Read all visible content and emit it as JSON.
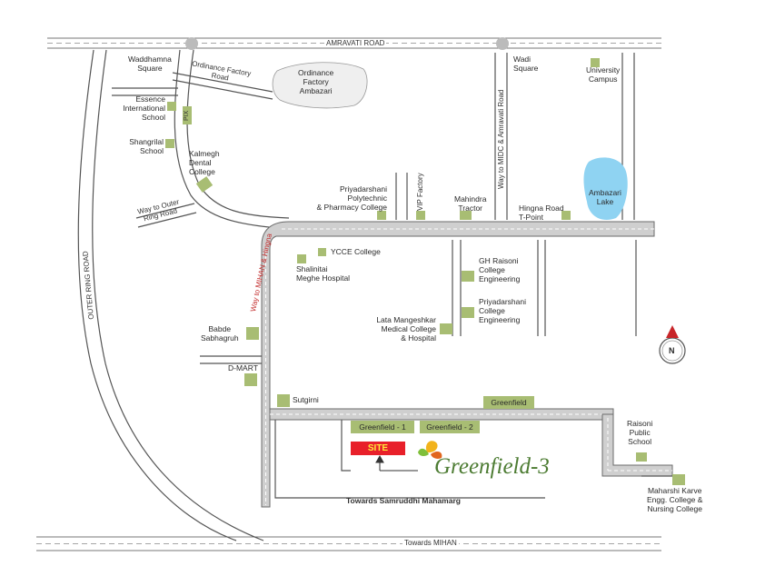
{
  "colors": {
    "road": "#cfcfcf",
    "road_edge": "#6b6b6b",
    "marker": "#a8bd73",
    "site_bg": "#e8202a",
    "site_text": "#ffea3a",
    "lake": "#8fd3f2",
    "north": "#c8262a",
    "brand": "#4d7c33"
  },
  "roads": {
    "amravati": "AMRAVATI ROAD",
    "towards_mihan": "Towards MIHAN",
    "outer_ring": "OUTER RING ROAD",
    "ordinance_factory": "Ordinance Factory\nRoad",
    "way_outer_ring": "Way to Outer\nRing Road",
    "pix": "PIX",
    "way_mihan_hingna": "Way to MIHAN & Hingna",
    "vip_factory": "VIP Factory",
    "way_midc": "Way to MIDC & Amravati Road",
    "samruddhi": "Towards Samruddhi Mahamarg"
  },
  "places": {
    "waddhamna": "Waddhamna\nSquare",
    "ordinance_factory_ambazari": "Ordinance\nFactory\nAmbazari",
    "essence": "Essence\nInternational\nSchool",
    "shangrilal": "Shangrilal\nSchool",
    "kalmegh": "Kalmegh\nDental\nCollege",
    "priyadarshani_poly": "Priyadarshani\nPolytechnic\n& Pharmacy College",
    "mahindra": "Mahindra\nTractor",
    "hingna_tpoint": "Hingna Road\nT-Point",
    "wadi": "Wadi\nSquare",
    "university": "University\nCampus",
    "ambazari_lake": "Ambazari\nLake",
    "ycce": "YCCE College",
    "shalinitai": "Shalinitai\nMeghe Hospital",
    "gh_raisoni": "GH Raisoni\nCollege\nEngineering",
    "priyadarshani_eng": "Priyadarshani\nCollege\nEngineering",
    "lata": "Lata Mangeshkar\nMedical College\n& Hospital",
    "babde": "Babde\nSabhagruh",
    "dmart": "D-MART",
    "sutgirni": "Sutgirni",
    "greenfield": "Greenfield",
    "greenfield1": "Greenfield - 1",
    "greenfield2": "Greenfield - 2",
    "site": "SITE",
    "brand": "Greenfield-3",
    "raisoni_public": "Raisoni\nPublic\nSchool",
    "maharshi": "Maharshi Karve\nEngg. College &\nNursing College",
    "north": "N"
  }
}
